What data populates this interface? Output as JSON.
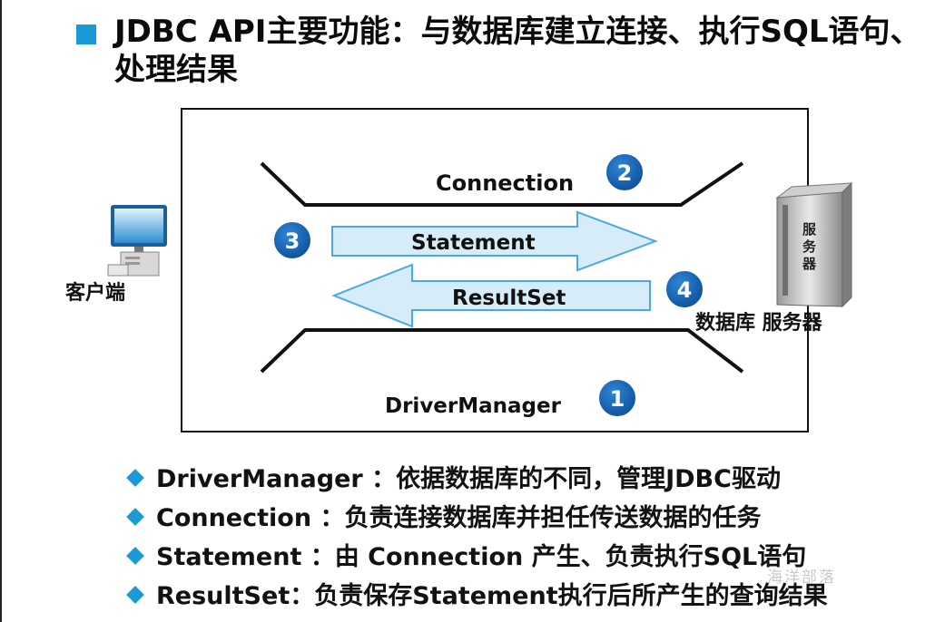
{
  "title": "JDBC API主要功能：与数据库建立连接、执行SQL语句、处理结果",
  "diagram": {
    "client_label": "客户端",
    "server_label": "数据库 服务器",
    "server_tag": [
      "服",
      "务",
      "器"
    ],
    "connection_label": "Connection",
    "statement_label": "Statement",
    "resultset_label": "ResultSet",
    "drivermanager_label": "DriverManager",
    "badges": [
      "1",
      "2",
      "3",
      "4"
    ],
    "colors": {
      "badge_fill": "#1565b6",
      "arrow_fill": "#d6ecf9",
      "arrow_stroke": "#4aa9e0",
      "accent": "#1a9ad6"
    }
  },
  "bullets": [
    "DriverManager ：依据数据库的不同，管理JDBC驱动",
    "Connection ：负责连接数据库并担任传送数据的任务",
    "Statement ：由 Connection 产生、负责执行SQL语句",
    "ResultSet：负责保存Statement执行后所产生的查询结果"
  ],
  "watermark": "海洋部落"
}
